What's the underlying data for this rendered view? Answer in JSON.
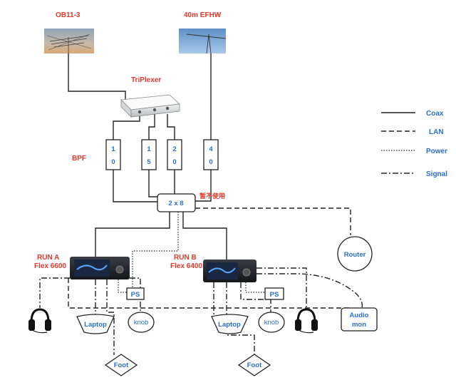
{
  "antennas": {
    "left_label": "OB11-3",
    "right_label": "40m EFHW"
  },
  "triplexer": {
    "label": "TriPlexer"
  },
  "bpf": {
    "label": "BPF",
    "filters": [
      {
        "top": "1",
        "bottom": "0"
      },
      {
        "top": "1",
        "bottom": "5"
      },
      {
        "top": "2",
        "bottom": "0"
      },
      {
        "top": "4",
        "bottom": "0"
      }
    ]
  },
  "switch": {
    "label": "2 x 8",
    "note": "暂不使用"
  },
  "radios": {
    "a": {
      "line1": "RUN A",
      "line2": "Flex 6600"
    },
    "b": {
      "line1": "RUN B",
      "line2": "Flex 6400"
    }
  },
  "router": {
    "label": "Router"
  },
  "ps_a": {
    "label": "PS"
  },
  "ps_b": {
    "label": "PS"
  },
  "laptop_a": {
    "label": "Laptop"
  },
  "laptop_b": {
    "label": "Laptop"
  },
  "knob_a": {
    "label": "knob"
  },
  "knob_b": {
    "label": "knob"
  },
  "foot_a": {
    "label": "Foot"
  },
  "foot_b": {
    "label": "Foot"
  },
  "audio_mon": {
    "line1": "Audio",
    "line2": "mon"
  },
  "legend": {
    "coax": "Coax",
    "lan": "LAN",
    "power": "Power",
    "signal": "Signal"
  },
  "colors": {
    "label_red": "#e0392b",
    "label_blue": "#2a6fc9",
    "line": "#222222"
  }
}
